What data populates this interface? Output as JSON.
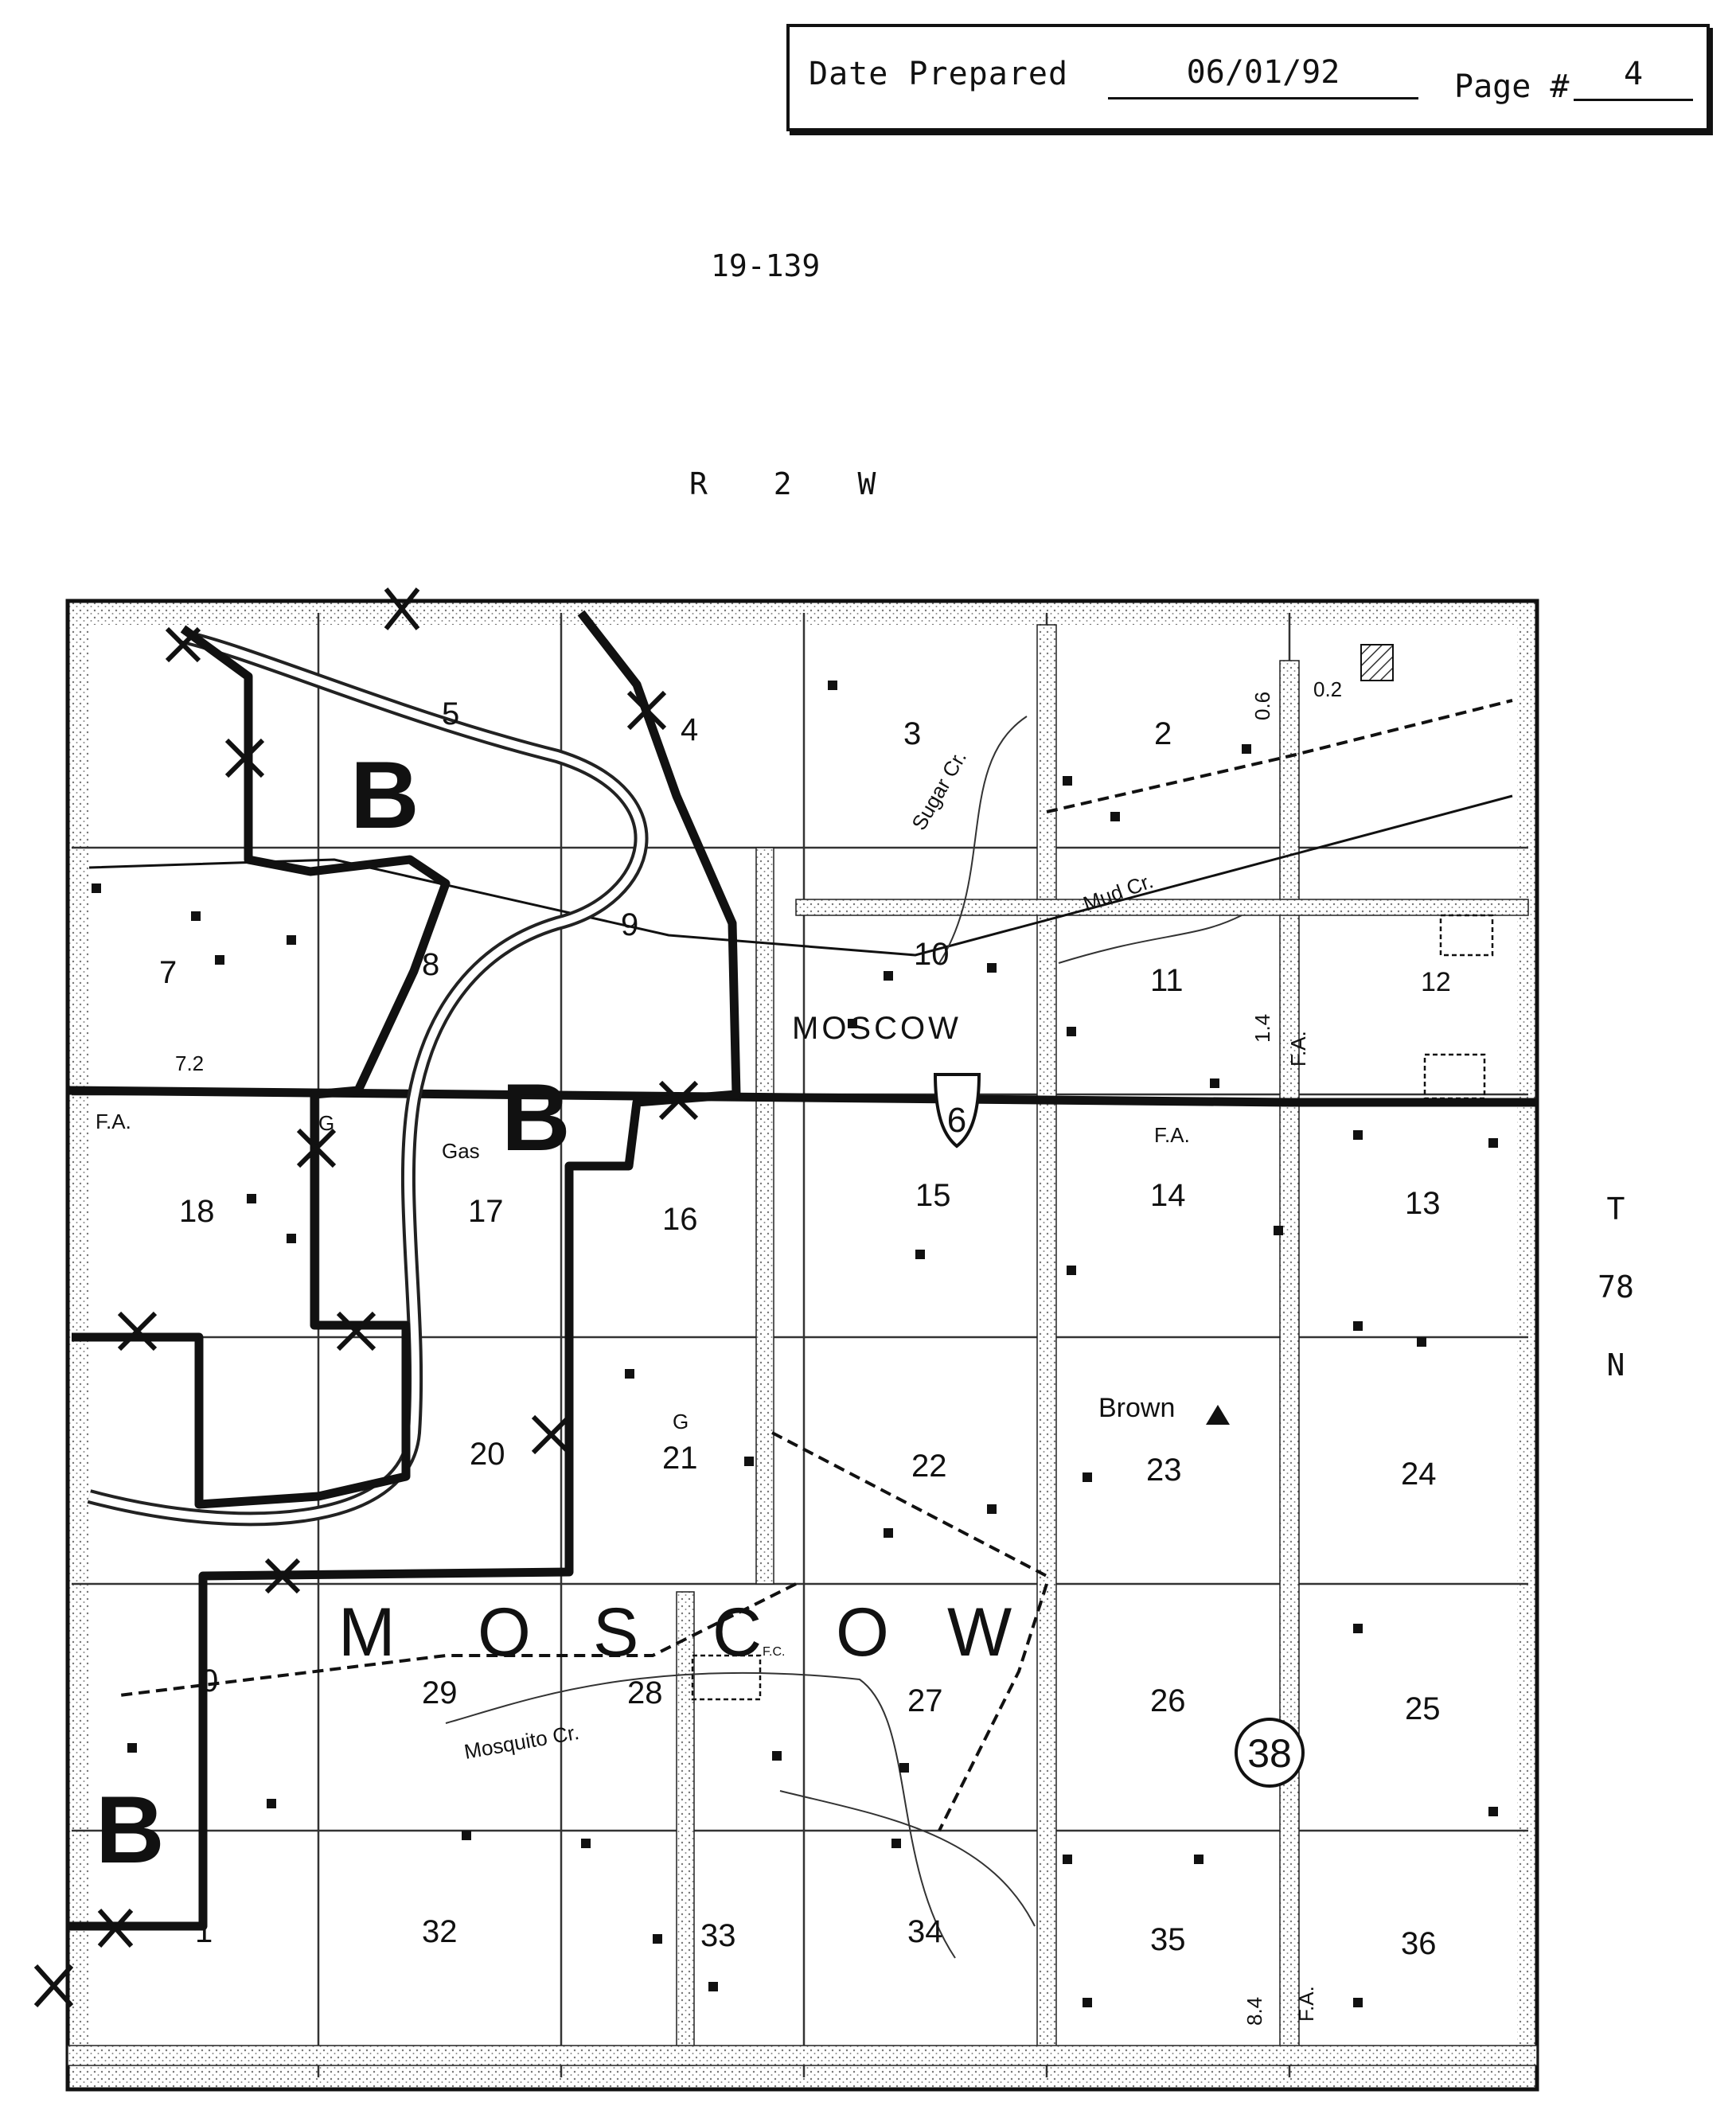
{
  "header": {
    "date_label": "Date Prepared",
    "date_value": "06/01/92",
    "page_label": "Page #",
    "page_value": "4"
  },
  "document_id": "19-139",
  "range_label": "R 2 W",
  "township_label": [
    "T",
    "78",
    "N"
  ],
  "map": {
    "town_label_top": "MOSCOW",
    "township_name_letters": [
      "M",
      "O",
      "S",
      "C",
      "O",
      "W"
    ],
    "zone_letter": "B",
    "sections": [
      {
        "id": "2",
        "label": "2"
      },
      {
        "id": "3",
        "label": "3"
      },
      {
        "id": "4",
        "label": "4"
      },
      {
        "id": "5",
        "label": "5"
      },
      {
        "id": "7",
        "label": "7"
      },
      {
        "id": "8",
        "label": "8"
      },
      {
        "id": "9",
        "label": "9"
      },
      {
        "id": "10",
        "label": "10"
      },
      {
        "id": "11",
        "label": "11"
      },
      {
        "id": "12",
        "label": "12"
      },
      {
        "id": "13",
        "label": "13"
      },
      {
        "id": "14",
        "label": "14"
      },
      {
        "id": "15",
        "label": "15"
      },
      {
        "id": "16",
        "label": "16"
      },
      {
        "id": "17",
        "label": "17"
      },
      {
        "id": "18",
        "label": "18"
      },
      {
        "id": "20",
        "label": "20"
      },
      {
        "id": "21",
        "label": "21"
      },
      {
        "id": "22",
        "label": "22"
      },
      {
        "id": "23",
        "label": "23"
      },
      {
        "id": "24",
        "label": "24"
      },
      {
        "id": "25",
        "label": "25"
      },
      {
        "id": "26",
        "label": "26"
      },
      {
        "id": "27",
        "label": "27"
      },
      {
        "id": "28",
        "label": "28"
      },
      {
        "id": "29",
        "label": "29"
      },
      {
        "id": "30",
        "label": "0"
      },
      {
        "id": "31",
        "label": "1"
      },
      {
        "id": "32",
        "label": "32"
      },
      {
        "id": "33",
        "label": "33"
      },
      {
        "id": "34",
        "label": "34"
      },
      {
        "id": "35",
        "label": "35"
      },
      {
        "id": "36",
        "label": "36"
      }
    ],
    "route_us": "6",
    "route_state": "38",
    "road_labels": [
      "F.A.",
      "F.A.",
      "F.A.",
      "F.A."
    ],
    "creek_labels": [
      "Mud Cr.",
      "Sugar Cr.",
      "Mosquito Cr."
    ],
    "pipeline_label": "Gas",
    "gas_letter": "G",
    "landmark_label": "Brown",
    "mileage_labels": [
      "0.6",
      "1.4",
      "0.2",
      "8.4",
      "7.2"
    ],
    "small_labels": [
      "F.C."
    ],
    "colors": {
      "ink": "#111111",
      "paper": "#ffffff",
      "stipple": "#9a9a9a"
    }
  }
}
